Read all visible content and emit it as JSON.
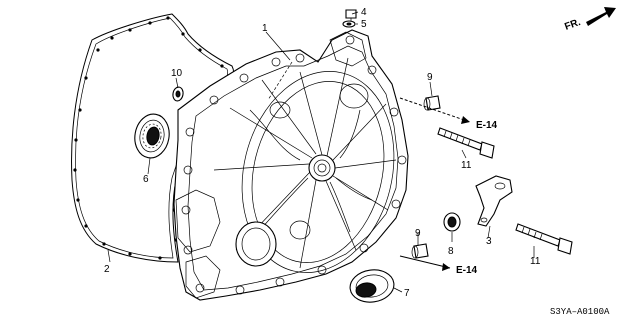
{
  "callouts": {
    "c1": "1",
    "c2": "2",
    "c3": "3",
    "c4": "4",
    "c5": "5",
    "c6": "6",
    "c7": "7",
    "c8": "8",
    "c9a": "9",
    "c9b": "9",
    "c10": "10",
    "c11a": "11",
    "c11b": "11"
  },
  "refs": {
    "e14_top": "E-14",
    "e14_bottom": "E-14"
  },
  "direction": {
    "label": "FR."
  },
  "diagram_code": "S3YA–A0100A"
}
